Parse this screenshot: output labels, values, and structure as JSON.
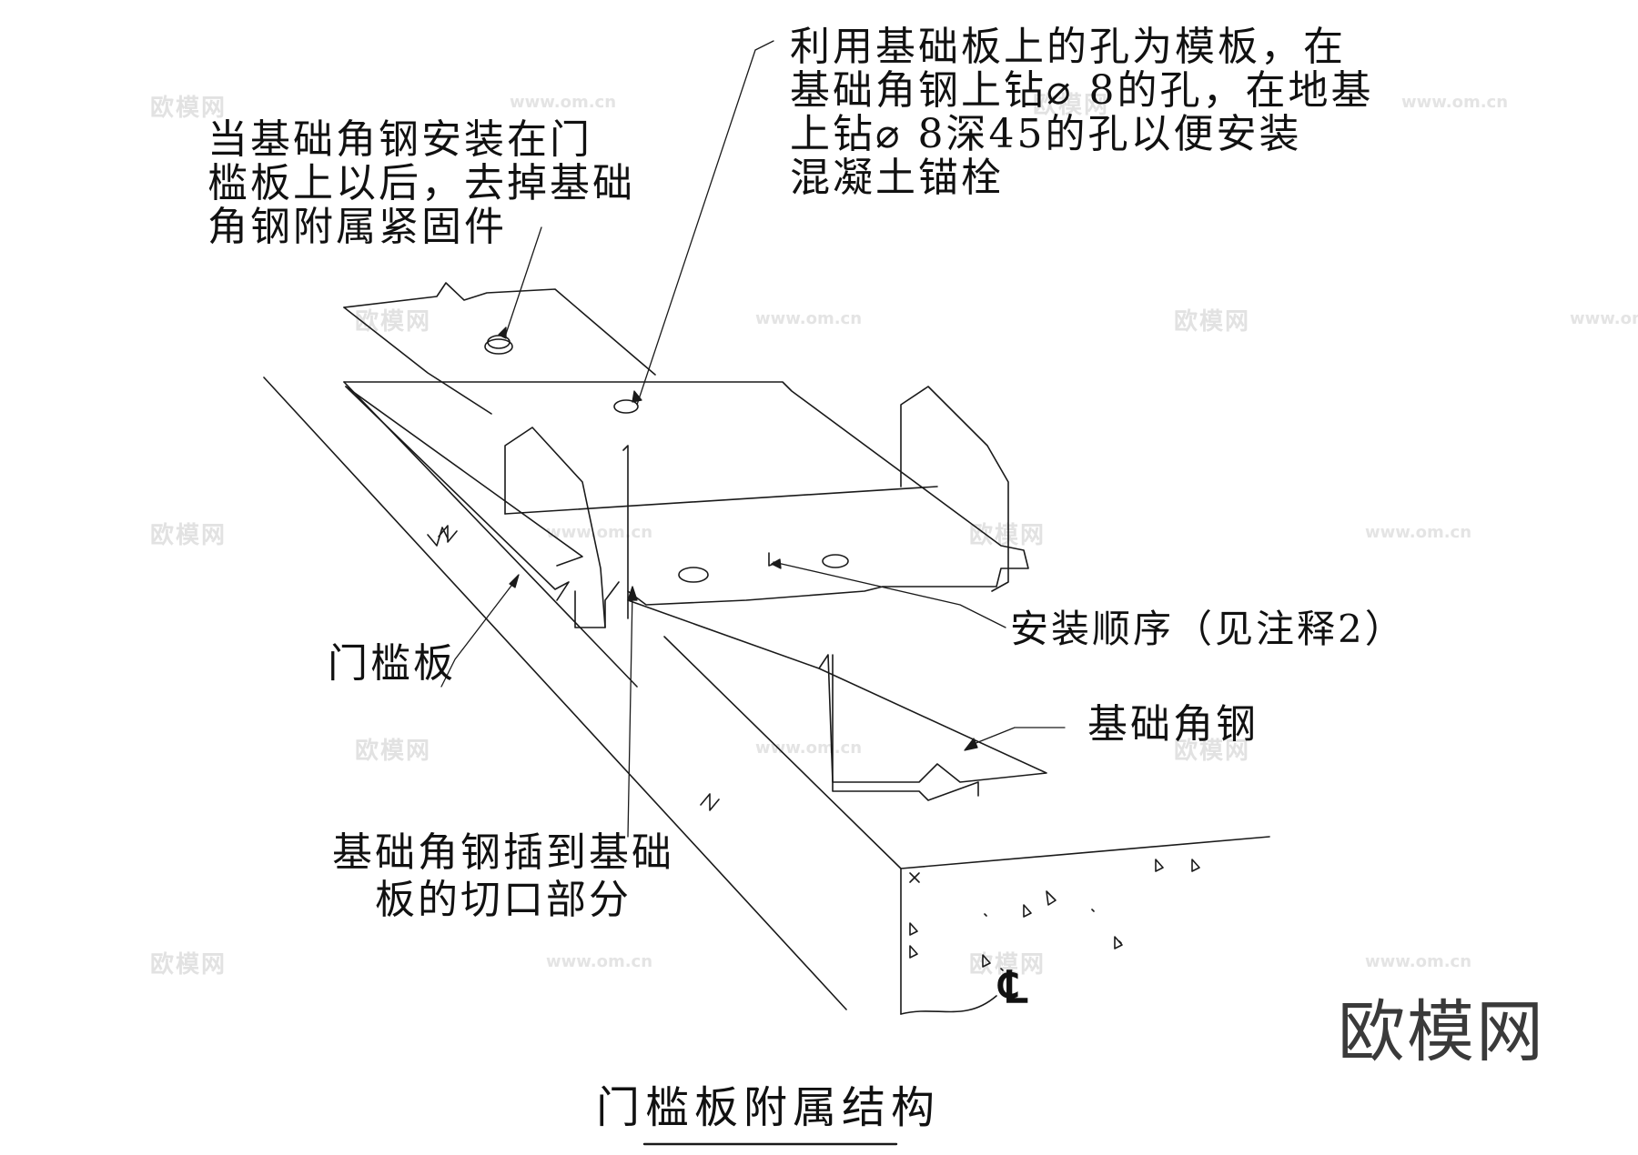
{
  "title": "门槛板附属结构",
  "annotations": {
    "remove_fasteners": "当基础角钢安装在门\n槛板上以后，去掉基础\n角钢附属紧固件",
    "drill_template": "利用基础板上的孔为模板，在\n基础角钢上钻⌀ 8的孔，在地基\n上钻⌀ 8深45的孔以便安装\n混凝土锚栓",
    "install_order": "安装顺序（见注释2）",
    "base_angle": "基础角钢",
    "sill_plate": "门槛板",
    "insert_cut": "基础角钢插到基础\n板的切口部分",
    "centerline": "℄"
  },
  "watermark": {
    "brand": "欧模网",
    "url": "www.om.cn"
  },
  "colors": {
    "line": "#1a1a1a",
    "watermark": "#e2e2e2",
    "text": "#111111"
  }
}
